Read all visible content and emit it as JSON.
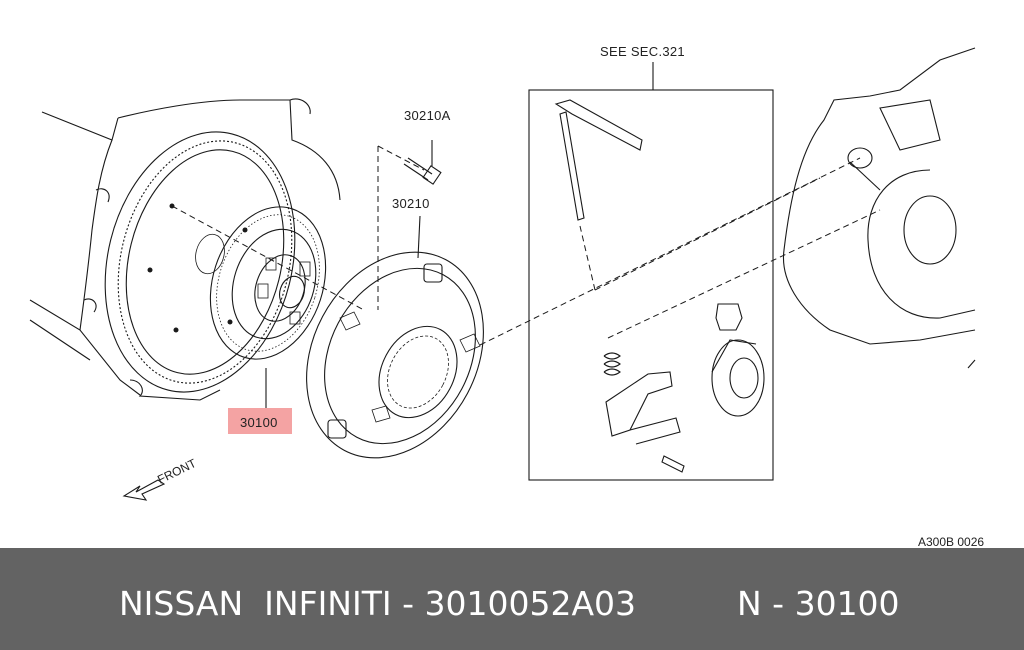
{
  "labels": {
    "see_sec": "SEE SEC.321",
    "part_30210A": "30210A",
    "part_30210": "30210",
    "part_30100": "30100",
    "front": "FRONT",
    "ref_code": "A300B 0026"
  },
  "footer": {
    "brand_part": "NISSAN  INFINITI - 3010052A03",
    "short_code": "N - 30100"
  },
  "colors": {
    "highlight": "#f4a3a3",
    "footer_bg": "#636363",
    "footer_text": "#ffffff"
  }
}
